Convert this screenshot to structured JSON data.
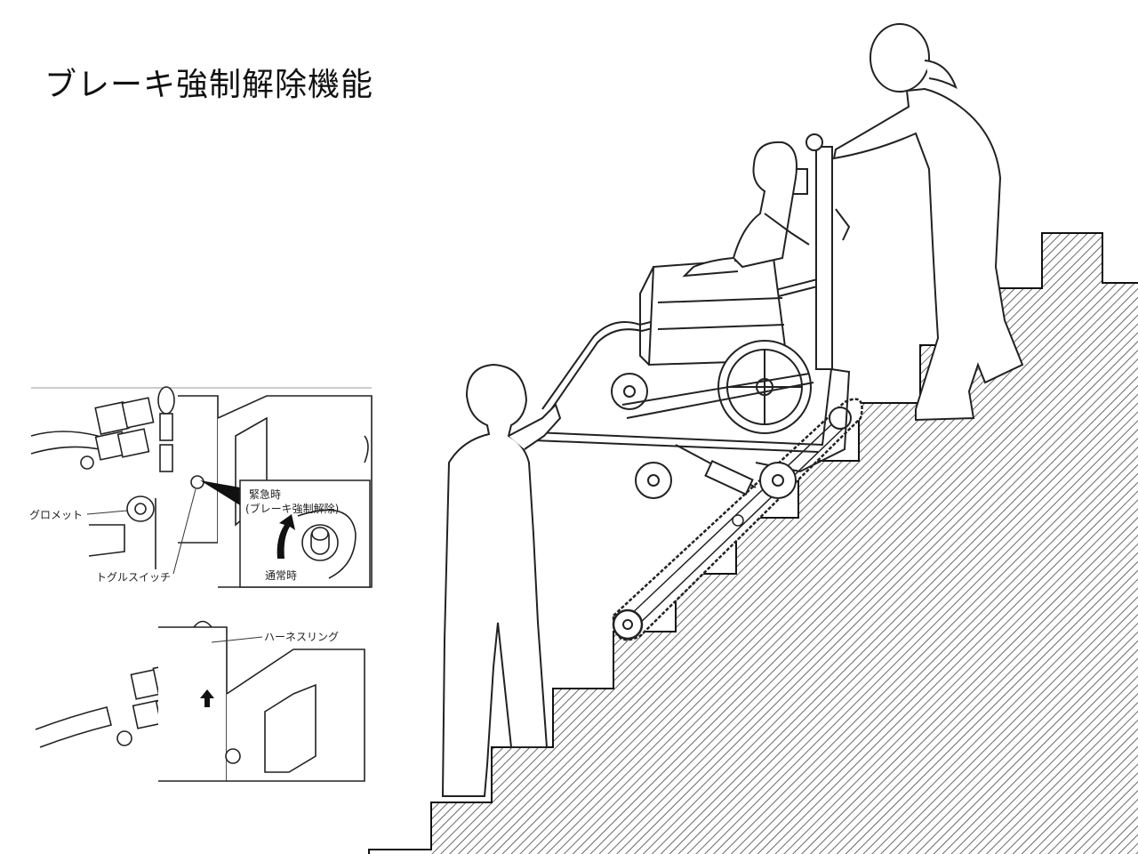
{
  "title": "ブレーキ強制解除機能",
  "detail_top": {
    "grommet_label": "グロメット",
    "toggle_switch_label": "トグルスイッチ",
    "inset": {
      "emergency_label": "緊急時",
      "brake_release_label": "(ブレーキ強制解除)",
      "normal_label": "通常時"
    }
  },
  "detail_bottom": {
    "harness_ring_label": "ハーネスリング"
  }
}
